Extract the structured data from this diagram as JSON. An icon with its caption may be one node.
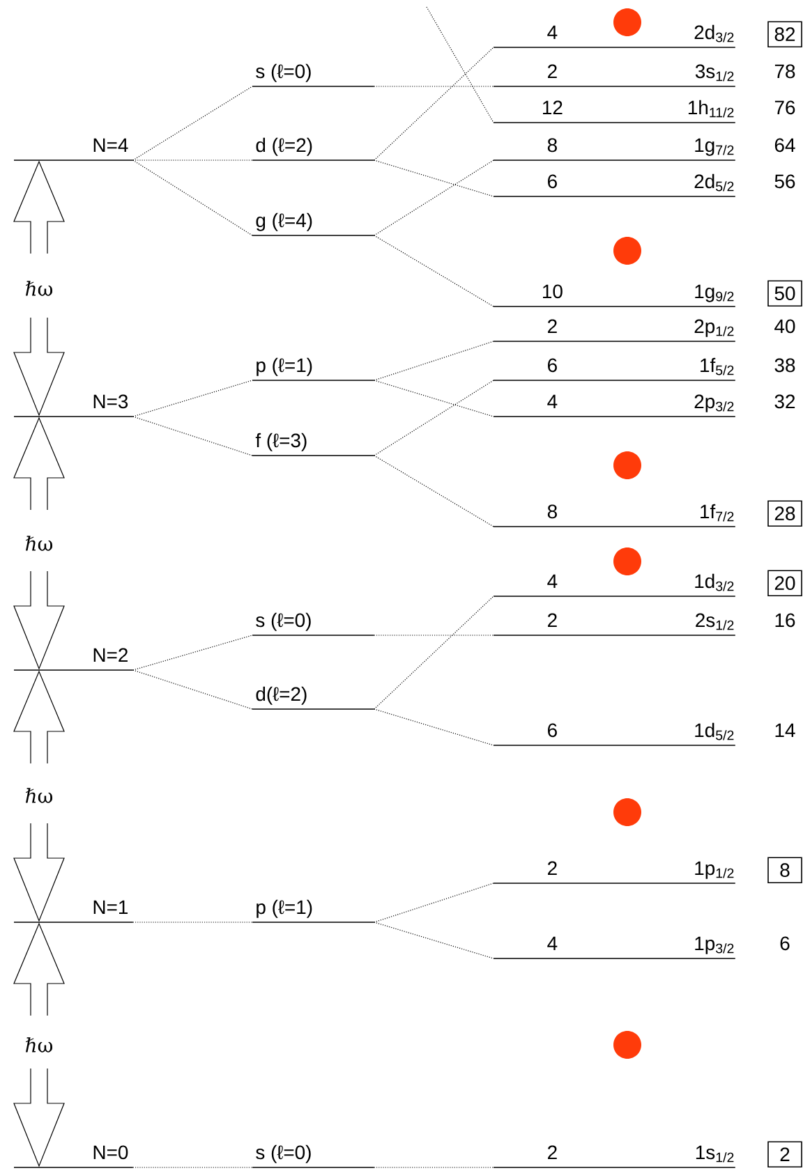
{
  "diagram": {
    "nodes": [
      {
        "text": [
          "N=4"
        ]
      },
      {
        "text": [
          "s (ℓ=0)"
        ]
      },
      {
        "text": [
          "d (ℓ=2)"
        ]
      },
      {
        "text": [
          "g (ℓ=4)"
        ]
      },
      {
        "text": [
          "4",
          "2d$_{3/2}$"
        ]
      },
      {
        "text": [
          "2",
          "3s$_{1/2}$"
        ]
      },
      {
        "text": [
          "12",
          "1h$_{11/2}$"
        ]
      },
      {
        "text": [
          "8",
          "1g$_{7/2}$"
        ]
      },
      {
        "text": [
          "6",
          "2d$_{5/2}$"
        ]
      },
      {
        "text": [
          "10",
          "1g$_{9/2}$"
        ]
      },
      {
        "text": [
          "N=3"
        ]
      },
      {
        "text": [
          "p (ℓ=1)"
        ]
      },
      {
        "text": [
          "f (ℓ=3)"
        ]
      },
      {
        "text": [
          "2",
          "2p$_{1/2}$"
        ]
      },
      {
        "text": [
          "6",
          "1f$_{5/2}$"
        ]
      },
      {
        "text": [
          "4",
          "2p$_{3/2}$"
        ]
      },
      {
        "text": [
          "8",
          "1f$_{7/2}$"
        ]
      },
      {
        "text": [
          "N=2"
        ]
      },
      {
        "text": [
          "s (ℓ=0)"
        ]
      },
      {
        "text": [
          "d(ℓ=2)"
        ]
      },
      {
        "text": [
          "4",
          "1d$_{3/2}$"
        ]
      },
      {
        "text": [
          "2",
          "2s$_{1/2}$"
        ]
      },
      {
        "text": [
          "6",
          "1d$_{5/2}$"
        ]
      },
      {
        "text": [
          "N=1"
        ]
      },
      {
        "text": [
          "p (ℓ=1)"
        ]
      },
      {
        "text": [
          "2",
          "1p$_{1/2}$"
        ]
      },
      {
        "text": [
          "4",
          "1p$_{3/2}$"
        ]
      },
      {
        "text": [
          "N=0"
        ]
      },
      {
        "text": [
          "s (ℓ=0)"
        ]
      },
      {
        "text": [
          "2",
          "1s$_{1/2}$"
        ]
      },
      {
        "text": [
          "82"
        ]
      },
      {
        "text": [
          "50"
        ]
      },
      {
        "text": [
          "28"
        ]
      },
      {
        "text": [
          "20"
        ]
      },
      {
        "text": [
          "8"
        ]
      },
      {
        "text": [
          "2"
        ]
      }
    ],
    "edges": [
      {
        "from": 0,
        "to": 1,
        "arrow": "none"
      },
      {
        "from": 0,
        "to": 2,
        "arrow": "none"
      },
      {
        "from": 0,
        "to": 3,
        "arrow": "none"
      },
      {
        "from": 2,
        "to": 4,
        "arrow": "none"
      },
      {
        "from": 2,
        "to": 8,
        "arrow": "none"
      },
      {
        "from": 1,
        "to": 5,
        "arrow": "none"
      },
      {
        "from": null,
        "to": 6,
        "arrow": "none"
      },
      {
        "from": 3,
        "to": 7,
        "arrow": "none"
      },
      {
        "from": 3,
        "to": 9,
        "arrow": "none"
      },
      {
        "from": 10,
        "to": 11,
        "arrow": "none"
      },
      {
        "from": 10,
        "to": 12,
        "arrow": "none"
      },
      {
        "from": 11,
        "to": 13,
        "arrow": "none"
      },
      {
        "from": 11,
        "to": 15,
        "arrow": "none"
      },
      {
        "from": 12,
        "to": 14,
        "arrow": "none"
      },
      {
        "from": 12,
        "to": 16,
        "arrow": "none"
      },
      {
        "from": 17,
        "to": 18,
        "arrow": "none"
      },
      {
        "from": 17,
        "to": 19,
        "arrow": "none"
      },
      {
        "from": 18,
        "to": 21,
        "arrow": "none"
      },
      {
        "from": 19,
        "to": 20,
        "arrow": "none"
      },
      {
        "from": 19,
        "to": 22,
        "arrow": "none"
      },
      {
        "from": 23,
        "to": 24,
        "arrow": "none"
      },
      {
        "from": 24,
        "to": 25,
        "arrow": "none"
      },
      {
        "from": 24,
        "to": 26,
        "arrow": "none"
      },
      {
        "from": 27,
        "to": 28,
        "arrow": "none"
      },
      {
        "from": 28,
        "to": 29,
        "arrow": "none"
      }
    ],
    "labels": [
      "78",
      "76",
      "64",
      "56",
      "ℏω",
      "40",
      "38",
      "32",
      "ℏω",
      "16",
      "14",
      "ℏω",
      "6",
      "ℏω"
    ]
  }
}
